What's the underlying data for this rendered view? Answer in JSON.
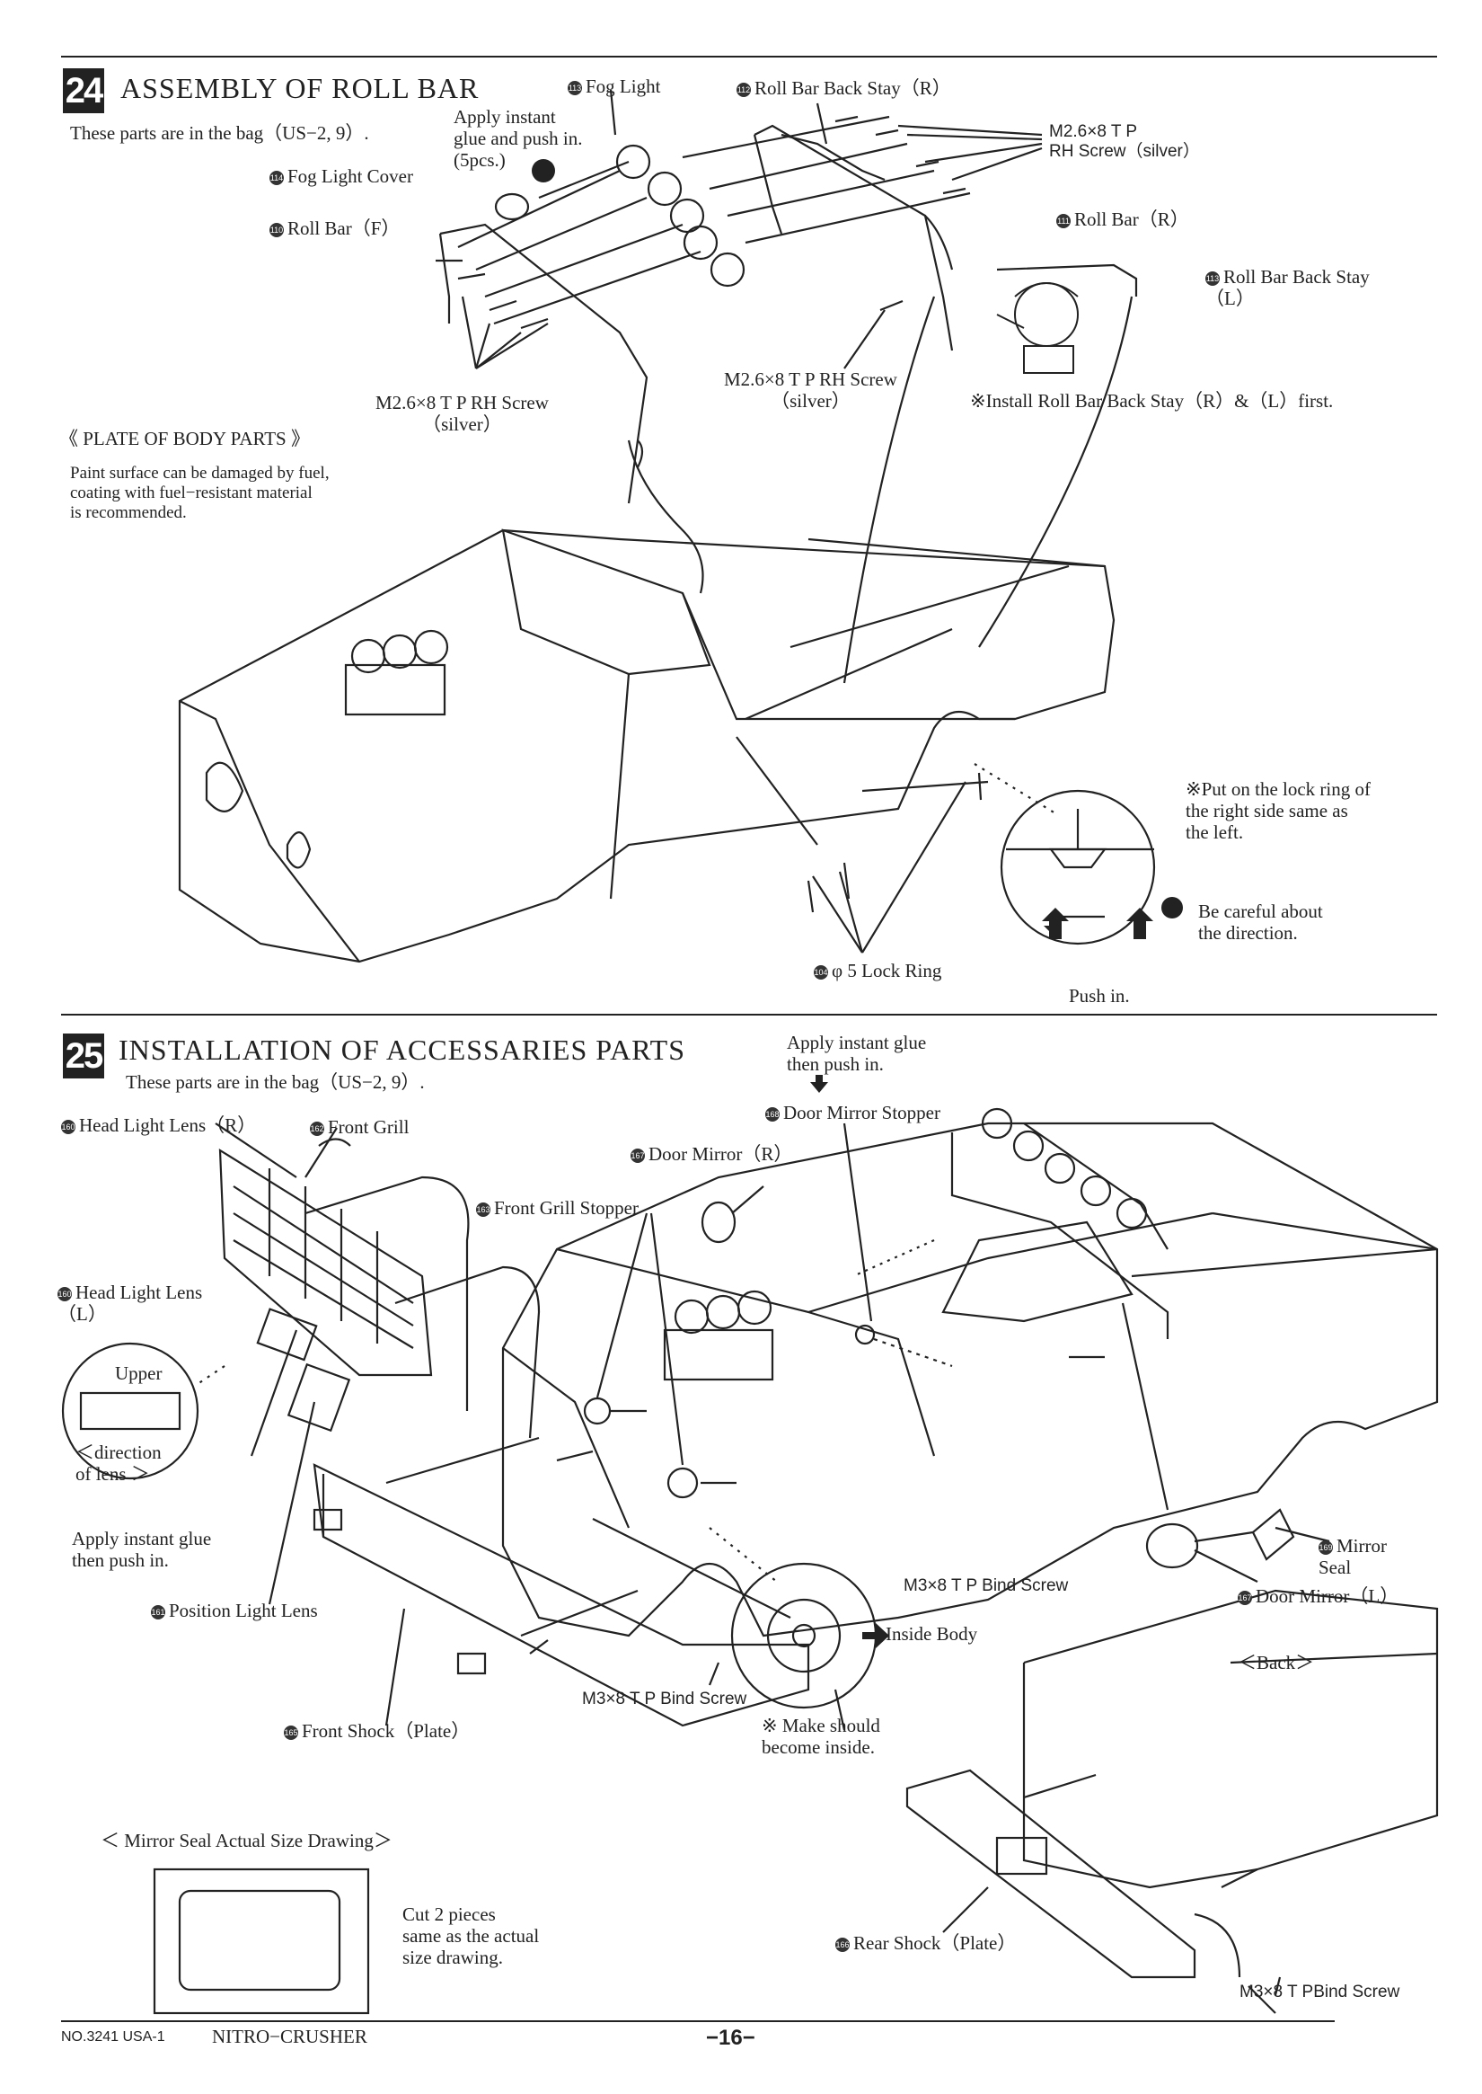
{
  "step24": {
    "number": "24",
    "title": "ASSEMBLY OF ROLL BAR",
    "bag_note": "These parts are in the bag（US−2, 9）.",
    "labels": {
      "fog_light": "Fog Light",
      "fog_light_no": "113",
      "roll_bar_back_stay_r": "Roll Bar Back Stay（R）",
      "roll_bar_back_stay_r_no": "112",
      "apply_glue": "Apply instant\nglue and push in.\n(5pcs.)",
      "fog_light_cover": "Fog Light Cover",
      "fog_light_cover_no": "114",
      "screw_top_right": "M2.6×8 T P\nRH Screw（silver）",
      "roll_bar_r": "Roll Bar（R）",
      "roll_bar_r_no": "111",
      "roll_bar_f": "Roll Bar（F）",
      "roll_bar_f_no": "110",
      "roll_bar_back_stay_l": "Roll Bar Back Stay\n（L）",
      "roll_bar_back_stay_l_no": "113",
      "screw_left": "M2.6×8 T P RH Screw\n（silver）",
      "screw_mid": "M2.6×8 T P RH Screw\n（silver）",
      "install_note": "※Install Roll Bar Back Stay（R）&（L）first.",
      "plate_heading": "《 PLATE OF BODY PARTS 》",
      "plate_note": "Paint surface can be damaged by fuel,\ncoating with fuel−resistant material\nis recommended.",
      "lock_ring_note": "※Put on the lock ring of\nthe right side same as\nthe left.",
      "careful_note": "Be careful about\nthe direction.",
      "lock_ring": "φ 5 Lock Ring",
      "lock_ring_no": "104",
      "push_in": "Push in."
    }
  },
  "step25": {
    "number": "25",
    "title": "INSTALLATION OF ACCESSARIES PARTS",
    "bag_note": "These parts are in the bag（US−2, 9）.",
    "labels": {
      "apply_glue_top": "Apply instant glue\nthen push in.",
      "door_mirror_stopper": "Door Mirror Stopper",
      "door_mirror_stopper_no": "168",
      "head_light_lens_r": "Head Light Lens（R）",
      "head_light_lens_r_no": "160",
      "front_grill": "Front Grill",
      "front_grill_no": "162",
      "door_mirror_r": "Door Mirror（R）",
      "door_mirror_r_no": "167",
      "front_grill_stopper": "Front Grill Stopper",
      "front_grill_stopper_no": "163",
      "head_light_lens_l": "Head Light Lens\n（L）",
      "head_light_lens_l_no": "160",
      "upper": "Upper",
      "direction_of_lens": "＜direction\n  of lens ＞",
      "apply_glue_left": "Apply instant glue\nthen push in.",
      "position_light_lens": "Position Light Lens",
      "position_light_lens_no": "161",
      "front_shock": "Front Shock（Plate）",
      "front_shock_no": "165",
      "bind_screw_mid": "M3×8 T P Bind Screw",
      "bind_screw_left": "M3×8 T P Bind Screw",
      "inside_body": "Inside Body",
      "make_inside": "※ Make should\nbecome inside.",
      "mirror_seal": "Mirror\nSeal",
      "mirror_seal_no": "169",
      "door_mirror_l": "Door Mirror（L）",
      "door_mirror_l_no": "167",
      "back": "＜Back＞",
      "mirror_seal_drawing": "＜ Mirror Seal Actual Size Drawing＞",
      "cut_note": "Cut 2 pieces\nsame as the actual\nsize drawing.",
      "rear_shock": "Rear Shock（Plate）",
      "rear_shock_no": "166",
      "bind_screw_right": "M3×8 T PBind Screw"
    }
  },
  "footer": {
    "model": "NO.3241 USA-1",
    "name": "NITRO−CRUSHER",
    "page": "−16−"
  }
}
